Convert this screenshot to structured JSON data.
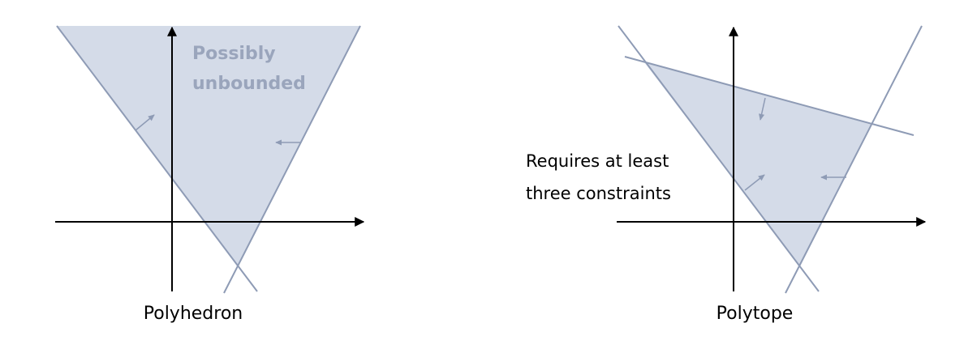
{
  "colors": {
    "region_fill": "#d4dbe8",
    "constraint_line": "#8e9bb5",
    "axis": "#000000",
    "annotation_text": "#9aa5bc"
  },
  "diagrams": [
    {
      "name": "polyhedron",
      "caption": "Polyhedron",
      "annotation_lines": [
        "Possibly",
        "unbounded"
      ],
      "constraints": 2,
      "bounded": false
    },
    {
      "name": "polytope",
      "caption": "Polytope",
      "side_note_lines": [
        "Requires at least",
        "three constraints"
      ],
      "constraints": 3,
      "bounded": true
    }
  ]
}
